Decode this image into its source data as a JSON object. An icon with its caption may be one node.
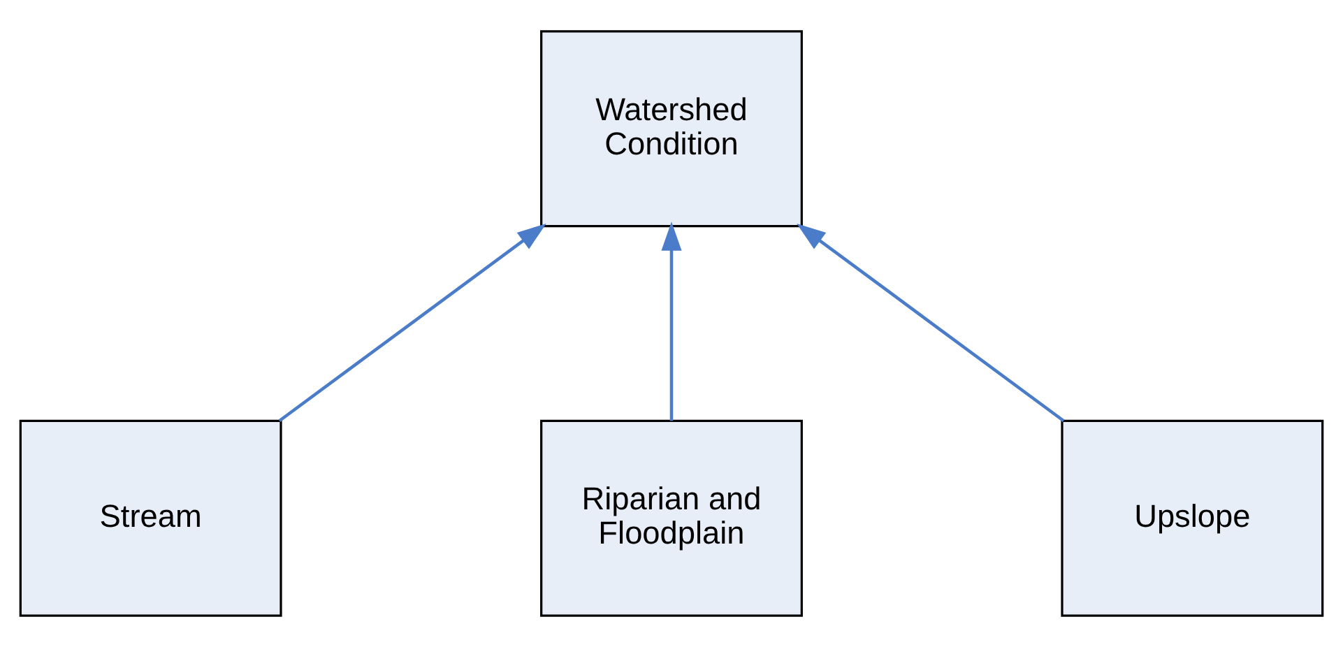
{
  "diagram": {
    "nodes": [
      {
        "text": [
          "Watershed Condition"
        ]
      },
      {
        "text": [
          "Stream"
        ]
      },
      {
        "text": [
          "Riparian and Floodplain"
        ]
      },
      {
        "text": [
          "Upslope"
        ]
      }
    ],
    "edges": [
      {
        "from": 1,
        "to": 0,
        "arrow": "to"
      },
      {
        "from": 2,
        "to": 0,
        "arrow": "to"
      },
      {
        "from": 3,
        "to": 0,
        "arrow": "to"
      }
    ]
  }
}
